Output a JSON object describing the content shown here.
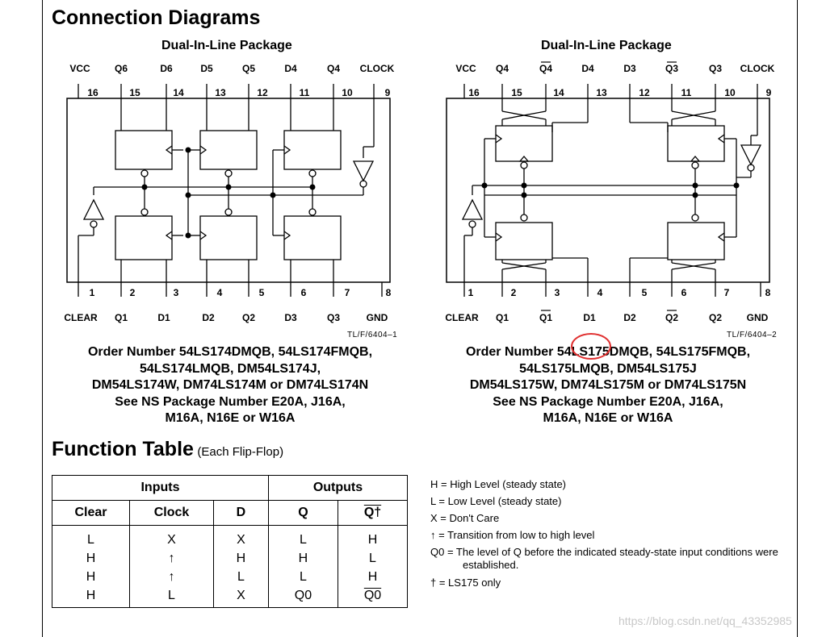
{
  "sections": {
    "connection_title": "Connection Diagrams",
    "function_title": "Function Table",
    "function_subtitle": "(Each Flip-Flop)"
  },
  "left_diagram": {
    "package_label": "Dual-In-Line Package",
    "top_signals": [
      "VCC",
      "Q6",
      "D6",
      "D5",
      "Q5",
      "D4",
      "Q4",
      "CLOCK"
    ],
    "top_pins": [
      "16",
      "15",
      "14",
      "13",
      "12",
      "11",
      "10",
      "9"
    ],
    "bottom_pins": [
      "1",
      "2",
      "3",
      "4",
      "5",
      "6",
      "7",
      "8"
    ],
    "bottom_signals": [
      "CLEAR",
      "Q1",
      "D1",
      "D2",
      "Q2",
      "D3",
      "Q3",
      "GND"
    ],
    "figure_id": "TL/F/6404–1",
    "order_lines": [
      "Order Number 54LS174DMQB, 54LS174FMQB,",
      "54LS174LMQB, DM54LS174J,",
      "DM54LS174W, DM74LS174M or DM74LS174N",
      "See NS Package Number E20A, J16A,",
      "M16A, N16E or W16A"
    ]
  },
  "right_diagram": {
    "package_label": "Dual-In-Line Package",
    "top_signals": [
      "VCC",
      "Q4",
      "Q4",
      "D4",
      "D3",
      "Q3",
      "Q3",
      "CLOCK"
    ],
    "top_pins": [
      "16",
      "15",
      "14",
      "13",
      "12",
      "11",
      "10",
      "9"
    ],
    "bottom_pins": [
      "1",
      "2",
      "3",
      "4",
      "5",
      "6",
      "7",
      "8"
    ],
    "bottom_signals": [
      "CLEAR",
      "Q1",
      "Q1",
      "D1",
      "D2",
      "Q2",
      "Q2",
      "GND"
    ],
    "figure_id": "TL/F/6404–2",
    "order_lines": [
      "Order Number 54LS175DMQB, 54LS175FMQB,",
      "54LS175LMQB, DM54LS175J",
      "DM54LS175W, DM74LS175M or DM74LS175N",
      "See NS Package Number E20A, J16A,",
      "M16A, N16E or W16A"
    ]
  },
  "function_table": {
    "group_headers": [
      "Inputs",
      "Outputs"
    ],
    "columns": [
      "Clear",
      "Clock",
      "D",
      "Q",
      "Q†"
    ],
    "rows": [
      [
        "L",
        "X",
        "X",
        "L",
        "H"
      ],
      [
        "H",
        "↑",
        "H",
        "H",
        "L"
      ],
      [
        "H",
        "↑",
        "L",
        "L",
        "H"
      ],
      [
        "H",
        "L",
        "X",
        "Q0",
        "Q0"
      ]
    ]
  },
  "legend": [
    "H = High Level (steady state)",
    "L = Low Level (steady state)",
    "X = Don't Care",
    "↑ = Transition from low to high level",
    "Q0 = The level of Q before the indicated steady-state input conditions were",
    "established.",
    "† = LS175 only"
  ],
  "watermark": "https://blog.csdn.net/qq_43352985",
  "colors": {
    "annotation_circle": "#e03030",
    "watermark": "#c8c8c8"
  }
}
